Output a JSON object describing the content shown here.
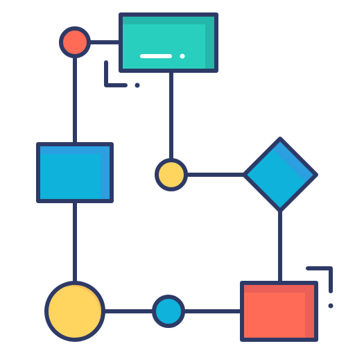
{
  "icon": {
    "name": "flowchart-icon",
    "colors": {
      "outline": "#2e3a66",
      "teal": "#28cfbe",
      "teal_shade": "#25b7a9",
      "blue": "#0fb2da",
      "blue_shade": "#2b9fe0",
      "red": "#ff6b57",
      "red_shade": "#ea5f57",
      "yellow": "#ffd45f",
      "yellow_shade": "#f8c35a",
      "white": "#ffffff"
    },
    "nodes": [
      {
        "name": "start-circle-node",
        "shape": "circle",
        "color": "red"
      },
      {
        "name": "process-box-top",
        "shape": "rectangle",
        "color": "teal"
      },
      {
        "name": "process-box-left",
        "shape": "rectangle",
        "color": "blue"
      },
      {
        "name": "junction-circle-middle",
        "shape": "circle",
        "color": "yellow"
      },
      {
        "name": "decision-diamond-node",
        "shape": "diamond",
        "color": "blue"
      },
      {
        "name": "end-circle-node",
        "shape": "circle",
        "color": "yellow"
      },
      {
        "name": "junction-circle-bottom",
        "shape": "circle",
        "color": "blue"
      },
      {
        "name": "process-box-bottom",
        "shape": "rectangle",
        "color": "red"
      }
    ]
  }
}
